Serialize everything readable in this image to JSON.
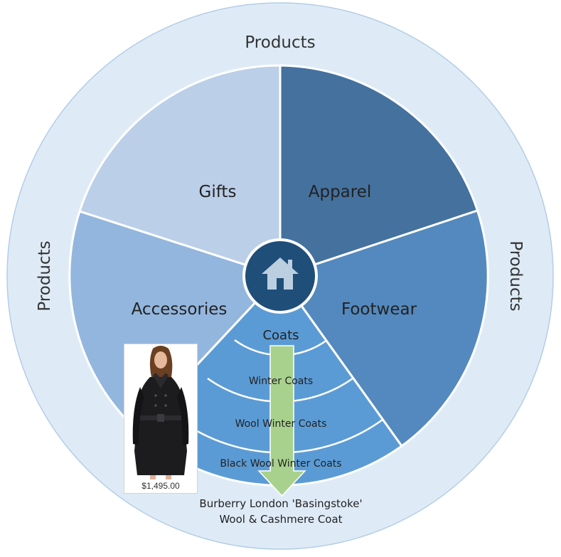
{
  "ring": {
    "top_label": "Products",
    "left_label": "Products",
    "right_label": "Products"
  },
  "segments": [
    {
      "label": "Apparel",
      "color": "#44719e"
    },
    {
      "label": "Footwear",
      "color": "#5389be"
    },
    {
      "label": "Accessories",
      "color": "#93b6de"
    },
    {
      "label": "Gifts",
      "color": "#bccfe8"
    }
  ],
  "drilldown": {
    "color": "#5b9bd5",
    "levels": [
      "Coats",
      "Winter Coats",
      "Wool Winter Coats",
      "Black Wool Winter Coats"
    ]
  },
  "center": {
    "icon": "home-icon",
    "color": "#1f4e79"
  },
  "arrow": {
    "color": "#a9d18e"
  },
  "product": {
    "price": "$1,495.00",
    "name_line1": "Burberry London 'Basingstoke'",
    "name_line2": "Wool & Cashmere Coat"
  }
}
